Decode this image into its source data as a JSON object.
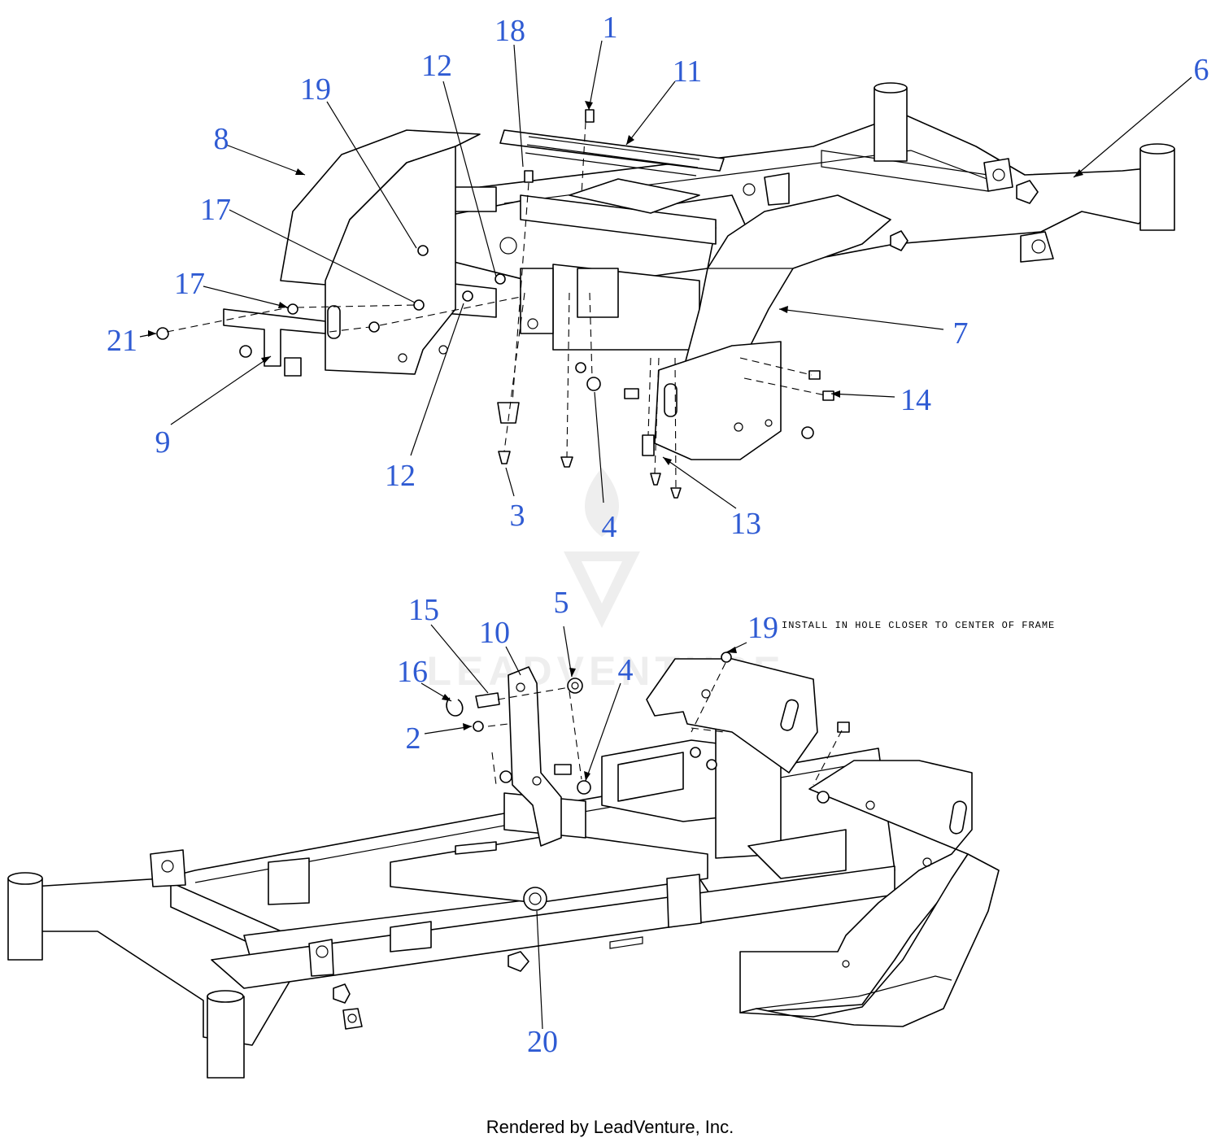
{
  "diagram": {
    "top_view_callouts": [
      {
        "id": "c-top-1",
        "label": "1"
      },
      {
        "id": "c-top-18",
        "label": "18"
      },
      {
        "id": "c-top-11",
        "label": "11"
      },
      {
        "id": "c-top-12a",
        "label": "12"
      },
      {
        "id": "c-top-19",
        "label": "19"
      },
      {
        "id": "c-top-8",
        "label": "8"
      },
      {
        "id": "c-top-6",
        "label": "6"
      },
      {
        "id": "c-top-17a",
        "label": "17"
      },
      {
        "id": "c-top-17b",
        "label": "17"
      },
      {
        "id": "c-top-21",
        "label": "21"
      },
      {
        "id": "c-top-7",
        "label": "7"
      },
      {
        "id": "c-top-14",
        "label": "14"
      },
      {
        "id": "c-top-9",
        "label": "9"
      },
      {
        "id": "c-top-12b",
        "label": "12"
      },
      {
        "id": "c-top-3",
        "label": "3"
      },
      {
        "id": "c-top-4",
        "label": "4"
      },
      {
        "id": "c-top-13",
        "label": "13"
      }
    ],
    "bottom_view_callouts": [
      {
        "id": "c-bot-15",
        "label": "15"
      },
      {
        "id": "c-bot-10",
        "label": "10"
      },
      {
        "id": "c-bot-5",
        "label": "5"
      },
      {
        "id": "c-bot-4",
        "label": "4"
      },
      {
        "id": "c-bot-16",
        "label": "16"
      },
      {
        "id": "c-bot-2",
        "label": "2"
      },
      {
        "id": "c-bot-19",
        "label": "19"
      },
      {
        "id": "c-bot-20",
        "label": "20"
      }
    ],
    "install_note": "INSTALL IN HOLE CLOSER TO CENTER OF FRAME",
    "watermark_text": "LEADVENTURE",
    "footer": "Rendered by LeadVenture, Inc."
  }
}
